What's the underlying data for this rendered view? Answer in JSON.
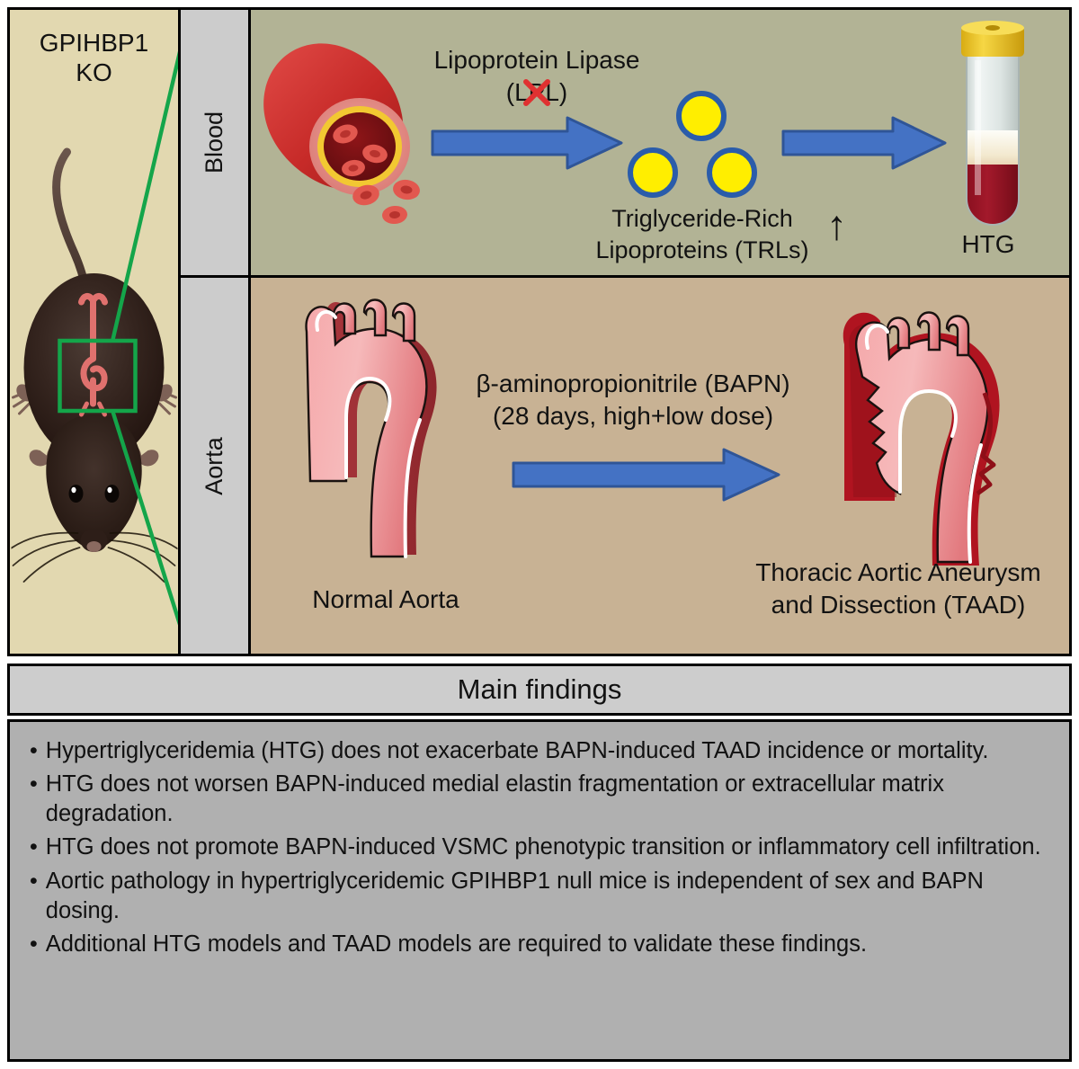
{
  "left_panel": {
    "model_label": "GPIHBP1\nKO",
    "mouse_icon": "mouse-dorsal-with-aorta",
    "highlight_box": "aortic-arch-region",
    "callout_color": "#14a54a"
  },
  "rails": {
    "blood": "Blood",
    "aorta": "Aorta"
  },
  "blood_panel": {
    "background": "#b2b395",
    "vessel_icon": "blood-vessel-cutaway",
    "enzyme_line1": "Lipoprotein Lipase",
    "enzyme_line2_prefix": "(L",
    "enzyme_line2_struck": "P",
    "enzyme_line2_suffix": "L)",
    "strike_color": "#e03131",
    "particles_icon": "lipoprotein-particles",
    "particle_count": 3,
    "particle_fill": "#ffee00",
    "particle_stroke": "#2a5caa",
    "trl_line1": "Triglyceride-Rich",
    "trl_line2": "Lipoproteins (TRLs)",
    "trl_trend_arrow": "↑",
    "tube_icon": "blood-collection-tube",
    "tube_label": "HTG",
    "arrow_color": "#4472c4"
  },
  "aorta_panel": {
    "background": "#c8b294",
    "normal_aorta_icon": "aorta-normal",
    "normal_aorta_label": "Normal Aorta",
    "treatment_line1": "β-aminopropionitrile (BAPN)",
    "treatment_line2": "(28 days, high+low dose)",
    "diseased_aorta_icon": "aorta-aneurysm-dissection",
    "taad_line1": "Thoracic Aortic Aneurysm",
    "taad_line2": "and Dissection (TAAD)",
    "arrow_color": "#4472c4"
  },
  "findings": {
    "title": "Main findings",
    "bullet_char": "•",
    "items": [
      "Hypertriglyceridemia (HTG) does not exacerbate BAPN-induced TAAD incidence or mortality.",
      "HTG does not worsen BAPN-induced medial elastin fragmentation or extracellular matrix degradation.",
      "HTG does not promote BAPN-induced VSMC phenotypic transition or inflammatory cell infiltration.",
      "Aortic pathology in hypertriglyceridemic GPIHBP1 null mice is independent of sex and BAPN dosing.",
      "Additional HTG models and TAAD models are required to validate these findings."
    ]
  }
}
